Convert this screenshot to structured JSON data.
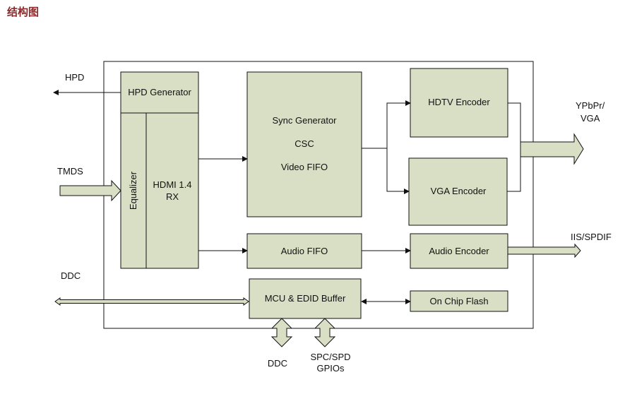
{
  "page_title": "结构图",
  "colors": {
    "block_fill": "#d9dfc4",
    "line": "#111111",
    "heading": "#8b2a2a"
  },
  "blocks": {
    "hpd_generator": "HPD Generator",
    "equalizer": "Equalizer",
    "hdmi_rx_line1": "HDMI 1.4",
    "hdmi_rx_line2": "RX",
    "sync_generator": "Sync Generator",
    "csc": "CSC",
    "video_fifo": "Video FIFO",
    "hdtv_encoder": "HDTV Encoder",
    "vga_encoder": "VGA Encoder",
    "audio_fifo": "Audio FIFO",
    "audio_encoder": "Audio Encoder",
    "mcu_edid": "MCU & EDID Buffer",
    "on_chip_flash": "On Chip Flash"
  },
  "signals": {
    "hpd": "HPD",
    "tmds": "TMDS",
    "ddc_left": "DDC",
    "ypbpr_line1": "YPbPr/",
    "ypbpr_line2": "VGA",
    "iis_spdif": "IIS/SPDIF",
    "ddc_bottom": "DDC",
    "spc_line1": "SPC/SPD",
    "spc_line2": "GPIOs"
  }
}
